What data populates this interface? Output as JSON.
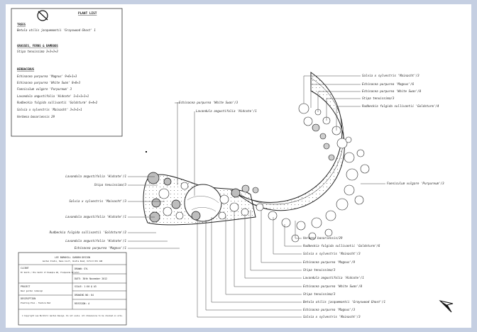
{
  "plant_list": {
    "title": "PLANT LIST",
    "sections": [
      {
        "heading": "TREES",
        "items": [
          "Betula utilis jacquemontii 'Grayswood Ghost' 1"
        ]
      },
      {
        "heading": "GRASSES, FERNS & BAMBOOS",
        "items": [
          "Stipa tenuissima 3+3+3+3"
        ]
      },
      {
        "heading": "HERBACEOUS",
        "items": [
          "Echinacea purpurea 'Magnus' 9+6+1+3",
          "Echinacea purpurea 'White Swan' 8+8+3",
          "Foeniculum vulgare 'Purpureum' 3",
          "Lavandula angustifolia 'Hidcote' 1+1+1+1+1",
          "Rudbeckia fulgida sullivantii 'Goldsturm' 6+4+2",
          "Salvia x sylvestris 'Mainacht' 3+3+1+1",
          "Verbena bonariensis 29"
        ]
      }
    ]
  },
  "labels": {
    "top_right": [
      "Salvia x sylvestris 'Mainacht'/3",
      "Echinacea purpurea 'Magnus'/6",
      "Echinacea purpurea 'White Swan'/8",
      "Stipa tenuissima/3",
      "Rudbeckia fulgida sullivantii 'Goldsturm'/4"
    ],
    "top_middle": [
      "Echinacea purpurea 'White Swan'/3",
      "Lavandula angustifolia 'Hidcote'/1"
    ],
    "left": [
      "Lavandula angustifolia 'Hidcote'/1",
      "Stipa tenuissima/3",
      "Salvia x sylvestris 'Mainacht'/3",
      "Lavandula angustifolia 'Hidcote'/1",
      "Rudbeckia fulgida sullivantii 'Goldsturm'/2",
      "Lavandula angustifolia 'Hidcote'/1",
      "Echinacea purpurea 'Magnus'/1"
    ],
    "right": "Foeniculum vulgare 'Purpureum'/3",
    "bottom": [
      "Verbena bonariensis/29",
      "Rudbeckia fulgida sullivantii 'Goldsturm'/6",
      "Salvia x sylvestris 'Mainacht'/3",
      "Echinacea purpurea 'Magnus'/9",
      "Stipa tenuissima/3",
      "Lavandula angustifolia 'Hidcote'/1",
      "Echinacea purpurea 'White Swan'/8",
      "Stipa tenuissima/3",
      "Betula utilis jacquemontii 'Grayswood Ghost'/1",
      "Echinacea purpurea 'Magnus'/3",
      "Salvia x sylvestris 'Mainacht'/3"
    ]
  },
  "title_block": {
    "company": "LEE BURKHILL GARDEN DESIGN",
    "address": "Garden Studio, Nene Court, Oundle Road, Oxford OX1 1AB",
    "rows": [
      {
        "left_label": "CLIENT",
        "left_value": "Mr Smith / Mrs Smith\n17 Example Rd, Fishponds\nBristol",
        "right": "DRAWN: GYL"
      },
      {
        "left_label": "",
        "left_value": "",
        "right": "DATE: 30th November 2012"
      },
      {
        "left_label": "PROJECT",
        "left_value": "Rear garden redesign",
        "right": "SCALE: 1:50 @ A3"
      },
      {
        "left_label": "",
        "left_value": "",
        "right": "DRAWING NO: 04"
      },
      {
        "left_label": "DESCRIPTION",
        "left_value": "Planting Plan - Feature Bed",
        "right": "REVISION: A"
      }
    ],
    "copyright": "© Copyright Lee Burkhill Garden Design. Do not scale. All dimensions to be checked on site."
  },
  "north_arrow": "N",
  "colors": {
    "background": "#c5cfe2",
    "sheet": "#ffffff",
    "ink": "#222222"
  }
}
